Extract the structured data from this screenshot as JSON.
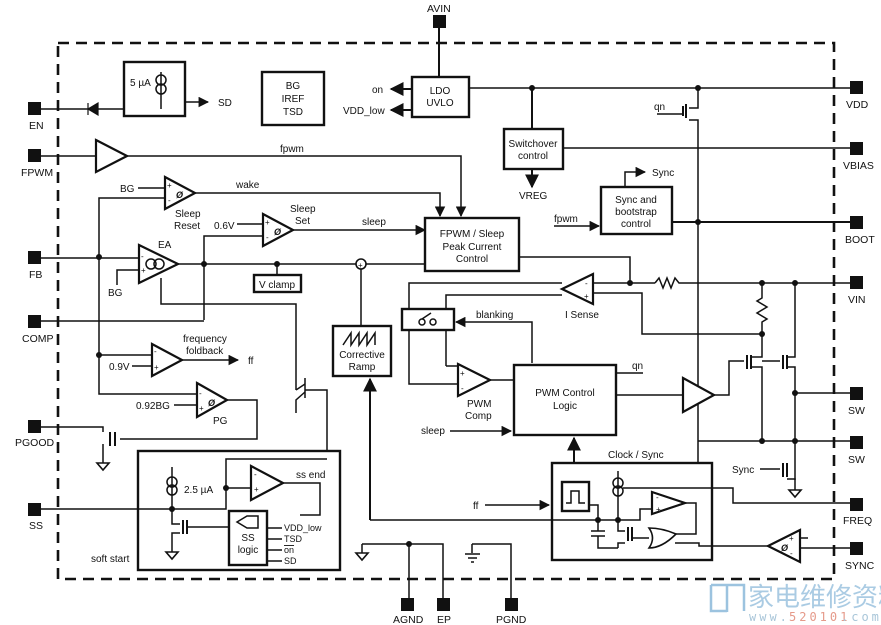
{
  "diagram": {
    "pins": {
      "avin": "AVIN",
      "en": "EN",
      "fpwm": "FPWM",
      "fb": "FB",
      "comp": "COMP",
      "pgood": "PGOOD",
      "ss": "SS",
      "vdd": "VDD",
      "vbias": "VBIAS",
      "boot": "BOOT",
      "vin": "VIN",
      "sw1": "SW",
      "sw2": "SW",
      "freq": "FREQ",
      "sync": "SYNC",
      "agnd": "AGND",
      "ep": "EP",
      "pgnd": "PGND"
    },
    "blocks": {
      "current_source_5ua": "5 µA",
      "bg_line1": "BG",
      "bg_line2": "IREF",
      "bg_line3": "TSD",
      "ldo_line1": "LDO",
      "ldo_line2": "UVLO",
      "switchover_line1": "Switchover",
      "switchover_line2": "control",
      "sync_boot_line1": "Sync and",
      "sync_boot_line2": "bootstrap",
      "sync_boot_line3": "control",
      "fpwm_sleep_line1": "FPWM / Sleep",
      "fpwm_sleep_line2": "Peak Current",
      "fpwm_sleep_line3": "Control",
      "vclamp": "V clamp",
      "ramp_line1": "Corrective",
      "ramp_line2": "Ramp",
      "pwm_logic_line1": "PWM Control",
      "pwm_logic_line2": "Logic",
      "clock_sync": "Clock / Sync",
      "soft_start": "soft start",
      "ss_logic_line1": "SS",
      "ss_logic_line2": "logic",
      "current_source_2_5ua": "2.5 µA"
    },
    "signals": {
      "sd": "SD",
      "on": "on",
      "vdd_low": "VDD_low",
      "fpwm": "fpwm",
      "wake": "wake",
      "sleep": "sleep",
      "bg1": "BG",
      "bg2": "BG",
      "v06": "0.6V",
      "v09": "0.9V",
      "v092bg": "0.92BG",
      "ff": "ff",
      "ff2": "ff",
      "freq_foldback_line1": "frequency",
      "freq_foldback_line2": "foldback",
      "qn1": "qn",
      "qn2": "qn",
      "vreg": "VREG",
      "sync_out": "Sync",
      "sync_in": "Sync",
      "fpwm_in": "fpwm",
      "blanking": "blanking",
      "sleep_in": "sleep",
      "ss_end": "ss end",
      "ss_vdd_low": "VDD_low",
      "ss_tsd": "TSD",
      "ss_on_bar": "on",
      "ss_sd": "SD"
    },
    "amplifiers": {
      "sleep_reset_line1": "Sleep",
      "sleep_reset_line2": "Reset",
      "sleep_set_line1": "Sleep",
      "sleep_set_line2": "Set",
      "ea": "EA",
      "pg": "PG",
      "i_sense": "I Sense",
      "pwm_comp_line1": "PWM",
      "pwm_comp_line2": "Comp"
    },
    "watermark": {
      "cn": "家电维修资料网",
      "url_prefix": "www.",
      "url_num": "520101",
      "url_suffix": ".com"
    }
  }
}
